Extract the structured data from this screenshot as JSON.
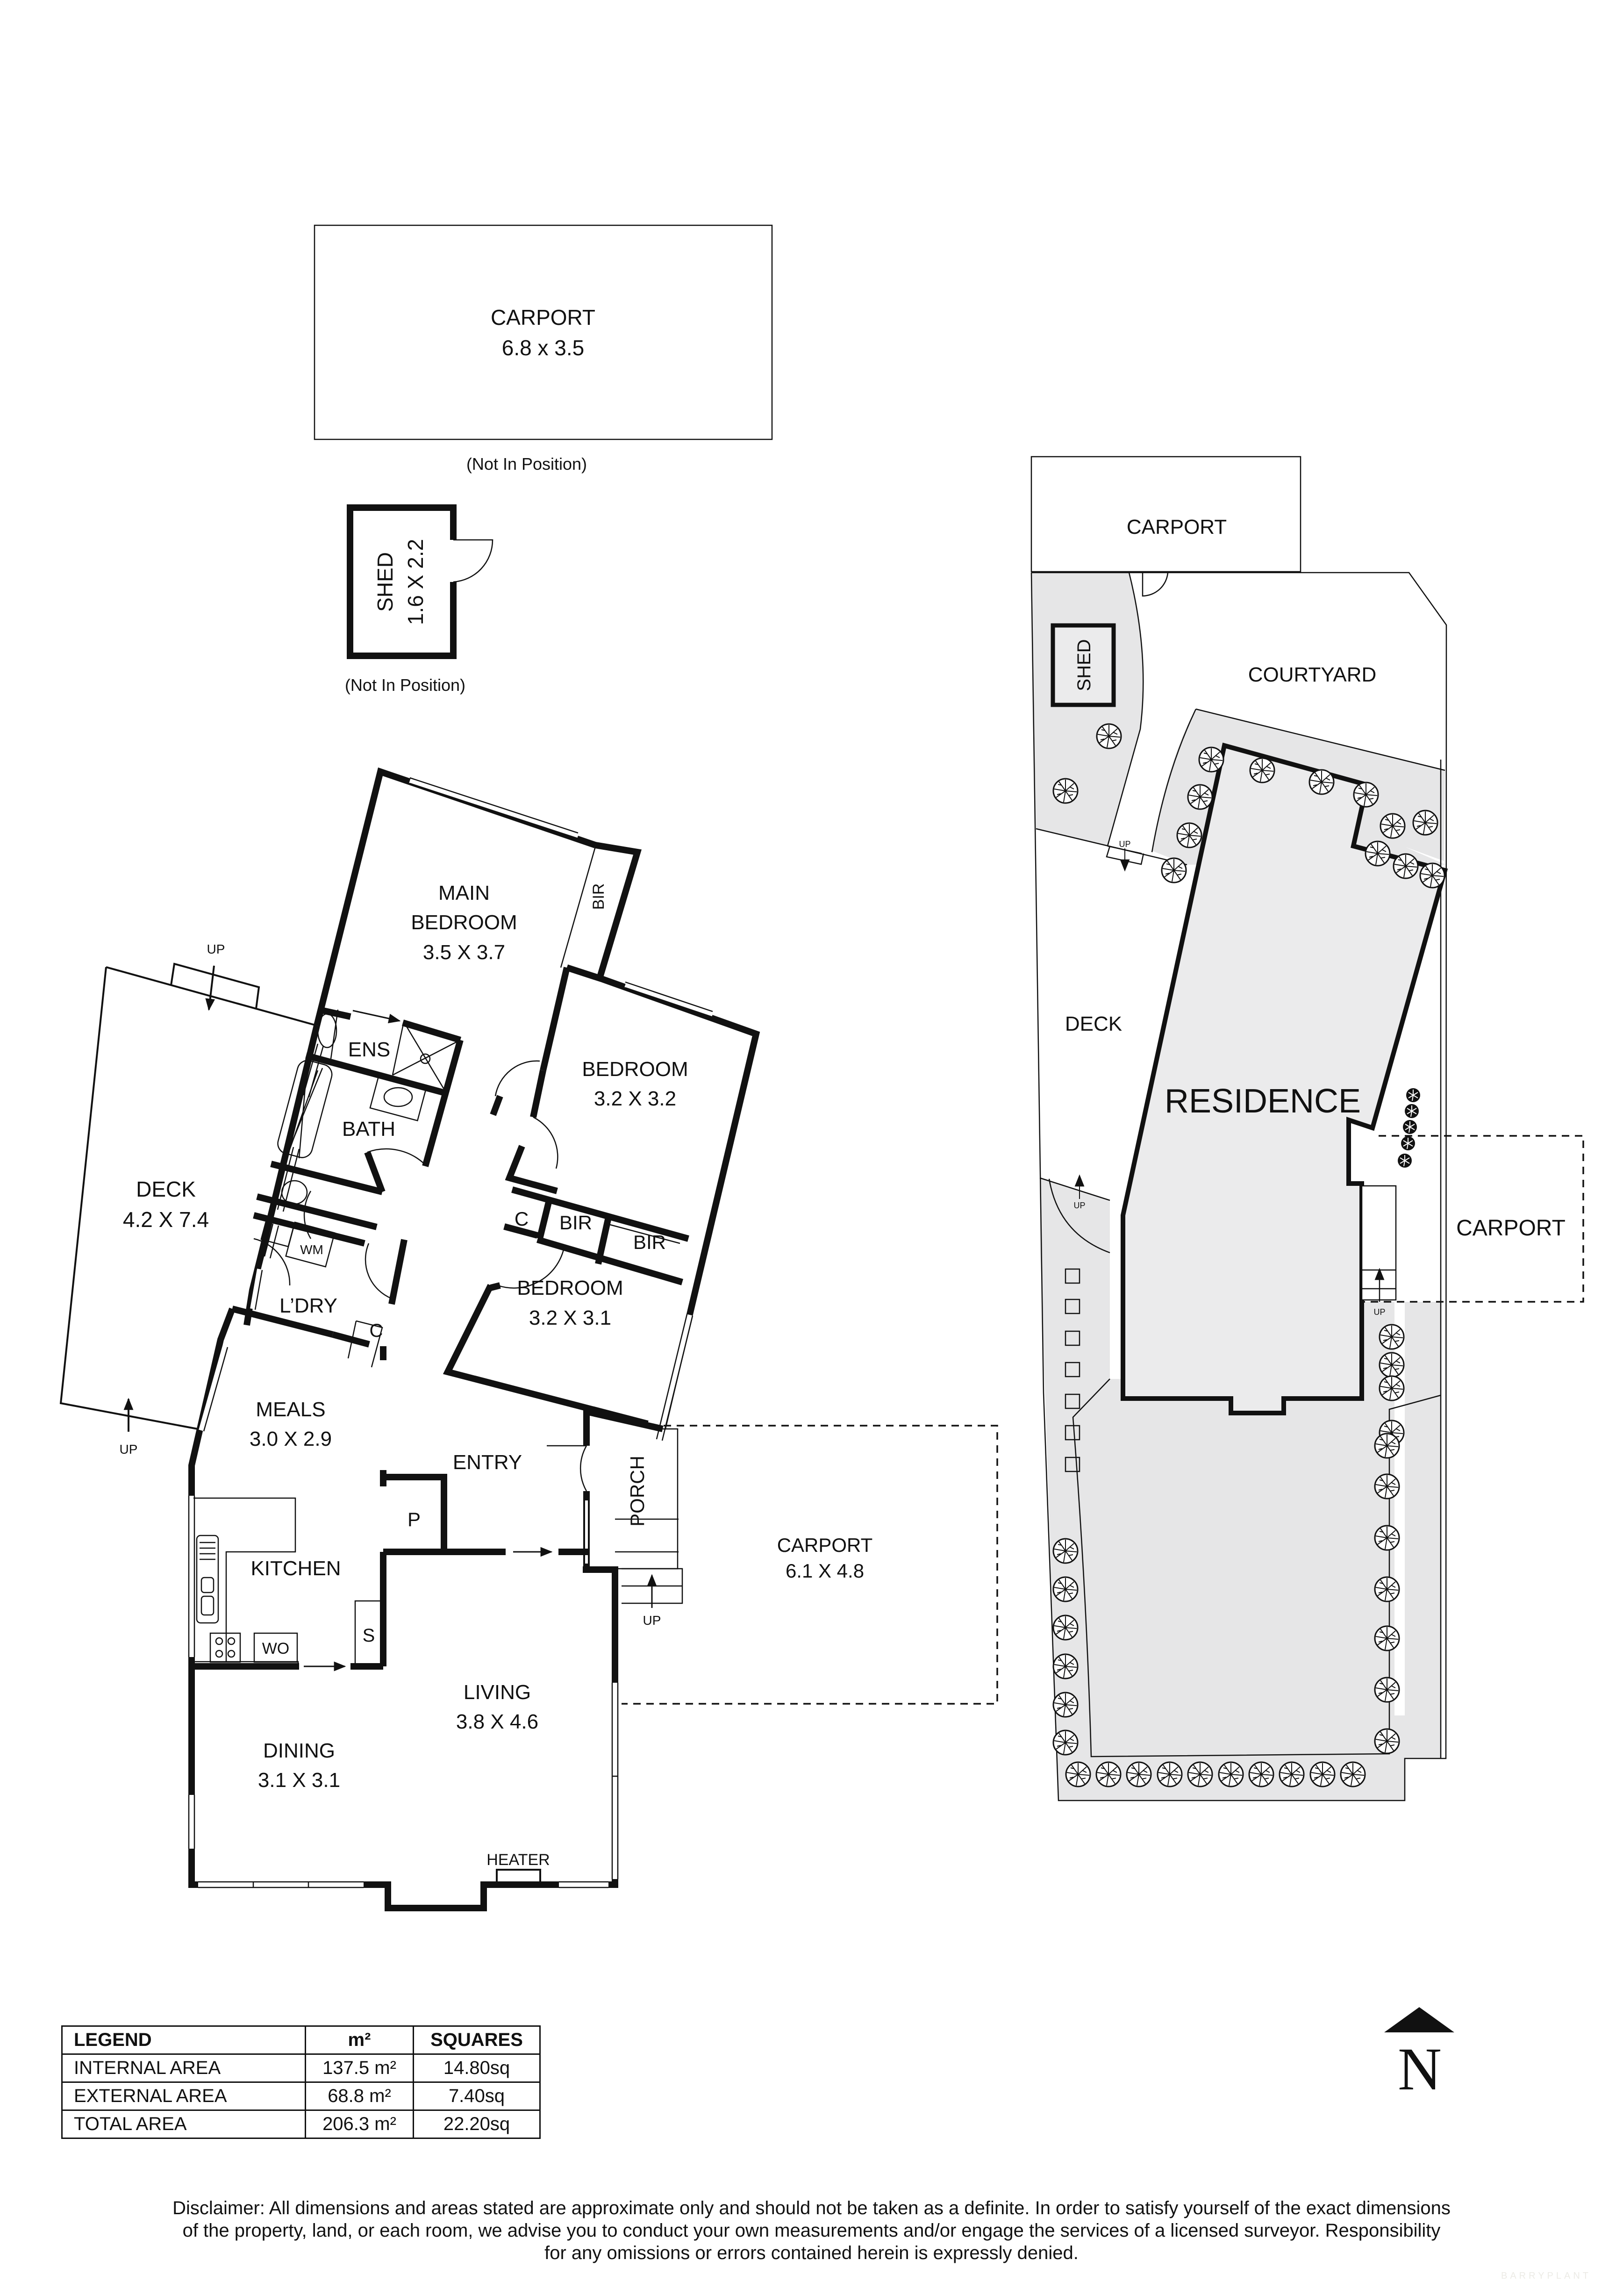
{
  "detached": {
    "carport": {
      "name": "CARPORT",
      "size": "6.8 x 3.5",
      "note": "(Not In Position)"
    },
    "shed": {
      "name": "SHED",
      "size": "1.6 X 2.2",
      "note": "(Not In Position)"
    }
  },
  "floor_plan": {
    "rooms": {
      "main_bedroom": {
        "name_line1": "MAIN",
        "name_line2": "BEDROOM",
        "size": "3.5 X 3.7"
      },
      "main_bir": {
        "name": "BIR"
      },
      "ens": {
        "name": "ENS"
      },
      "bath": {
        "name": "BATH"
      },
      "bedroom2": {
        "name": "BEDROOM",
        "size": "3.2 X 3.2"
      },
      "c1": {
        "name": "C"
      },
      "bir2": {
        "name": "BIR"
      },
      "bir3": {
        "name": "BIR"
      },
      "bedroom3": {
        "name": "BEDROOM",
        "size": "3.2 X 3.1"
      },
      "deck": {
        "name": "DECK",
        "size": "4.2 X 7.4"
      },
      "wm": {
        "name": "WM"
      },
      "laundry": {
        "name": "L’DRY"
      },
      "c2": {
        "name": "C"
      },
      "meals": {
        "name": "MEALS",
        "size": "3.0 X 2.9"
      },
      "entry": {
        "name": "ENTRY"
      },
      "porch": {
        "name": "PORCH"
      },
      "pantry": {
        "name": "P"
      },
      "kitchen": {
        "name": "KITCHEN"
      },
      "wall_oven": {
        "name": "WO"
      },
      "storage": {
        "name": "S"
      },
      "living": {
        "name": "LIVING",
        "size": "3.8 X 4.6"
      },
      "dining": {
        "name": "DINING",
        "size": "3.1 X 3.1"
      },
      "heater": {
        "name": "HEATER"
      },
      "carport": {
        "name": "CARPORT",
        "size": "6.1 X 4.8"
      }
    },
    "step_labels": {
      "deck_top": "UP",
      "deck_bottom": "UP",
      "porch": "UP"
    }
  },
  "site_plan": {
    "carport_top": "CARPORT",
    "courtyard": "COURTYARD",
    "shed": "SHED",
    "deck": "DECK",
    "residence": "RESIDENCE",
    "carport_side": "CARPORT",
    "step_labels": {
      "rear": "UP",
      "deck": "UP",
      "side": "UP"
    },
    "colors": {
      "landscape": "#e6e6e7",
      "residence": "#ebebec",
      "lines": "#111111"
    }
  },
  "legend": {
    "headers": [
      "LEGEND",
      "m²",
      "SQUARES"
    ],
    "rows": [
      {
        "label": "INTERNAL AREA",
        "m2": "137.5 m²",
        "squares": "14.80sq"
      },
      {
        "label": "EXTERNAL AREA",
        "m2": "68.8 m²",
        "squares": "7.40sq"
      },
      {
        "label": "TOTAL AREA",
        "m2": "206.3 m²",
        "squares": "22.20sq"
      }
    ]
  },
  "north_arrow": {
    "letter": "N",
    "icon": "north-arrow-icon"
  },
  "disclaimer": {
    "lines": [
      "Disclaimer: All dimensions and areas stated are approximate only and should not be taken as a definite. In order to satisfy yourself of the exact dimensions",
      "of the property, land, or each room, we advise you to conduct your own measurements and/or engage the services of a licensed surveyor. Responsibility",
      "for any omissions or errors contained herein is expressly denied."
    ]
  },
  "watermark": "BARRYPLANT"
}
